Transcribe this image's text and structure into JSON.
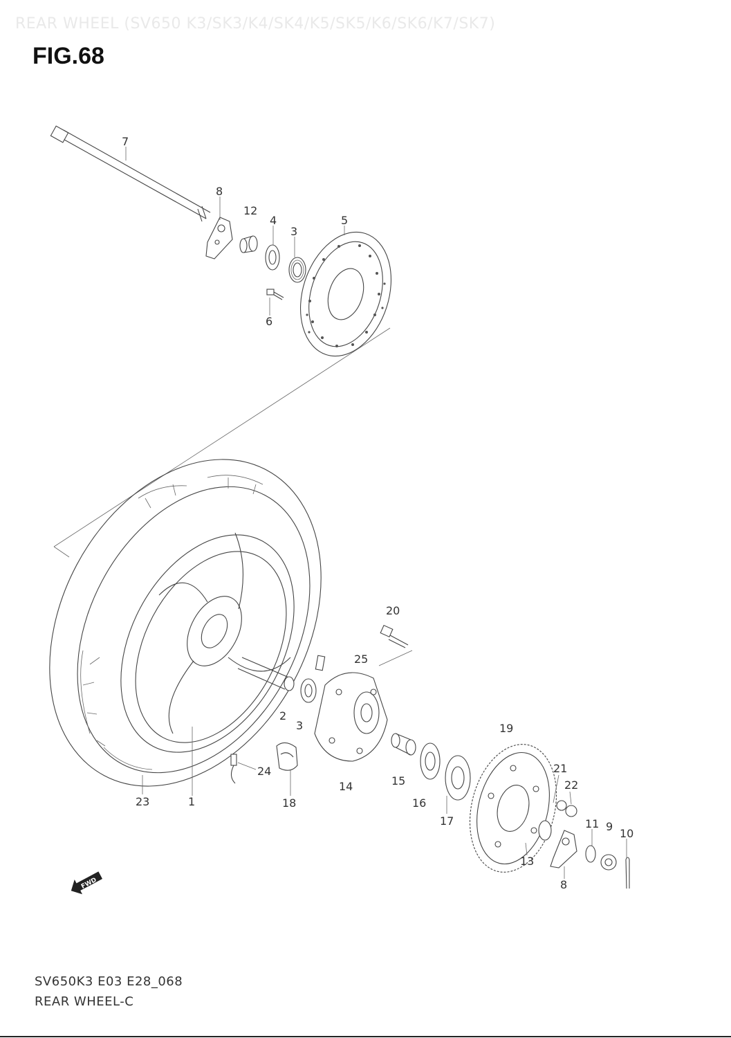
{
  "header": {
    "title": "REAR WHEEL (SV650 K3/SK3/K4/SK4/K5/SK5/K6/SK6/K7/SK7)",
    "figure": "FIG.68"
  },
  "footer": {
    "code": "SV650K3 E03 E28_068",
    "name": "REAR WHEEL-C"
  },
  "fwd_badge": "FWD",
  "callouts": [
    {
      "id": "7",
      "label": "7"
    },
    {
      "id": "8a",
      "label": "8"
    },
    {
      "id": "12",
      "label": "12"
    },
    {
      "id": "4",
      "label": "4"
    },
    {
      "id": "3a",
      "label": "3"
    },
    {
      "id": "5",
      "label": "5"
    },
    {
      "id": "6",
      "label": "6"
    },
    {
      "id": "20",
      "label": "20"
    },
    {
      "id": "25",
      "label": "25"
    },
    {
      "id": "2",
      "label": "2"
    },
    {
      "id": "3b",
      "label": "3"
    },
    {
      "id": "19",
      "label": "19"
    },
    {
      "id": "21",
      "label": "21"
    },
    {
      "id": "22",
      "label": "22"
    },
    {
      "id": "24",
      "label": "24"
    },
    {
      "id": "14",
      "label": "14"
    },
    {
      "id": "15",
      "label": "15"
    },
    {
      "id": "16",
      "label": "16"
    },
    {
      "id": "17",
      "label": "17"
    },
    {
      "id": "23",
      "label": "23"
    },
    {
      "id": "1",
      "label": "1"
    },
    {
      "id": "18",
      "label": "18"
    },
    {
      "id": "11",
      "label": "11"
    },
    {
      "id": "9",
      "label": "9"
    },
    {
      "id": "10",
      "label": "10"
    },
    {
      "id": "13",
      "label": "13"
    },
    {
      "id": "8b",
      "label": "8"
    }
  ]
}
